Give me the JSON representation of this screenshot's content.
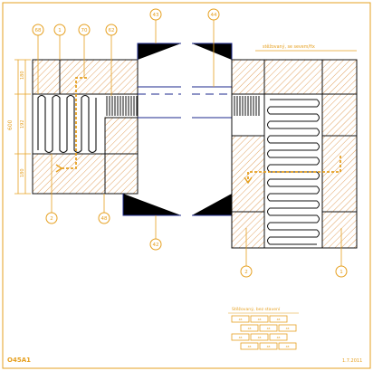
{
  "colors": {
    "orange": "#e6a020",
    "black": "#111111",
    "blue": "#1c2a8c",
    "hatch": "#d98a3a",
    "frame": "#e6a020"
  },
  "callouts": {
    "b68": "68",
    "b1": "1",
    "b70": "70",
    "b62": "62",
    "b43": "43",
    "b44": "44",
    "b2_left": "2",
    "b48": "48",
    "b42": "42",
    "b2_right": "2",
    "b1_right": "1"
  },
  "dims": {
    "total": "600",
    "top": "180",
    "mid": "192",
    "bottom": "180"
  },
  "notes": {
    "right_title": "stěžovaný, se sevem/fix",
    "legend_title": "Stěžovaný, bez stavení"
  },
  "legend_labels": [
    "48",
    "48",
    "48",
    "48",
    "48",
    "48",
    "48",
    "48",
    "48",
    "48",
    "48",
    "48"
  ],
  "footer": {
    "drawing_code": "O45A1",
    "date": "1.7.2011"
  }
}
